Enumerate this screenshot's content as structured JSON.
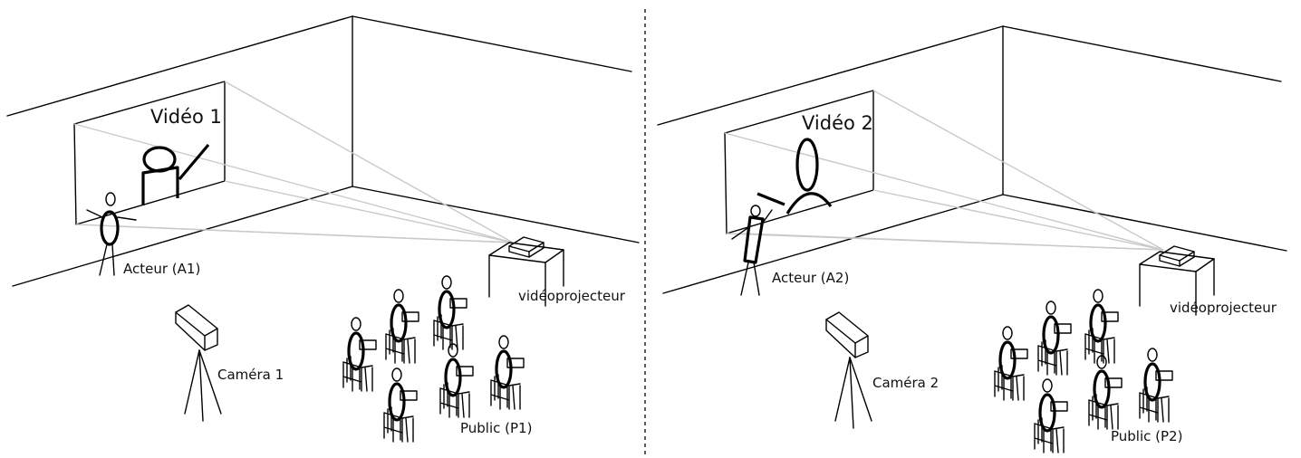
{
  "scene1": {
    "video_label": "Vidéo 1",
    "actor_label": "Acteur (A1)",
    "projector_label": "vidéoprojecteur",
    "camera_label": "Caméra 1",
    "public_label": "Public (P1)"
  },
  "scene2": {
    "video_label": "Vidéo 2",
    "actor_label": "Acteur (A2)",
    "projector_label": "vidéoprojecteur",
    "camera_label": "Caméra 2",
    "public_label": "Public (P2)"
  }
}
